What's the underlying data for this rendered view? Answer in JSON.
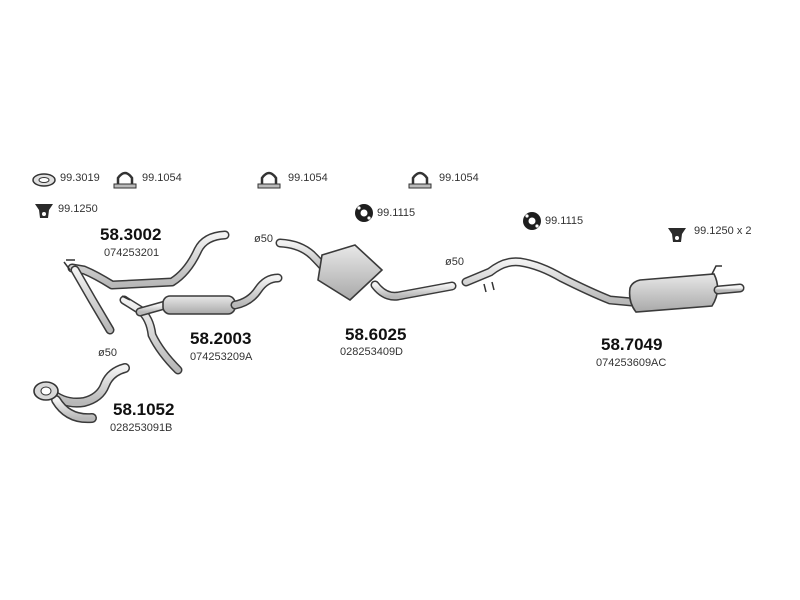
{
  "hardware": [
    {
      "id": "clamp_ring",
      "label": "99.3019"
    },
    {
      "id": "clamp_u1",
      "label": "99.1054"
    },
    {
      "id": "clamp_u2",
      "label": "99.1054"
    },
    {
      "id": "clamp_u3",
      "label": "99.1054"
    },
    {
      "id": "hanger_front",
      "label": "99.1250"
    },
    {
      "id": "mount_mid",
      "label": "99.1115"
    },
    {
      "id": "mount_rear",
      "label": "99.1115"
    },
    {
      "id": "hanger_rear",
      "label": "99.1250 x 2"
    }
  ],
  "parts": [
    {
      "id": "p1",
      "number": "58.3002",
      "oem": "074253201"
    },
    {
      "id": "p2",
      "number": "58.2003",
      "oem": "074253209A"
    },
    {
      "id": "p3",
      "number": "58.1052",
      "oem": "028253091B"
    },
    {
      "id": "p4",
      "number": "58.6025",
      "oem": "028253409D"
    },
    {
      "id": "p5",
      "number": "58.7049",
      "oem": "074253609AC"
    }
  ],
  "diameters": [
    "ø50",
    "ø50",
    "ø50"
  ],
  "colors": {
    "pipe_fill": "#dcdcdc",
    "pipe_stroke": "#3a3a3a",
    "rubber": "#1e1e1e"
  }
}
